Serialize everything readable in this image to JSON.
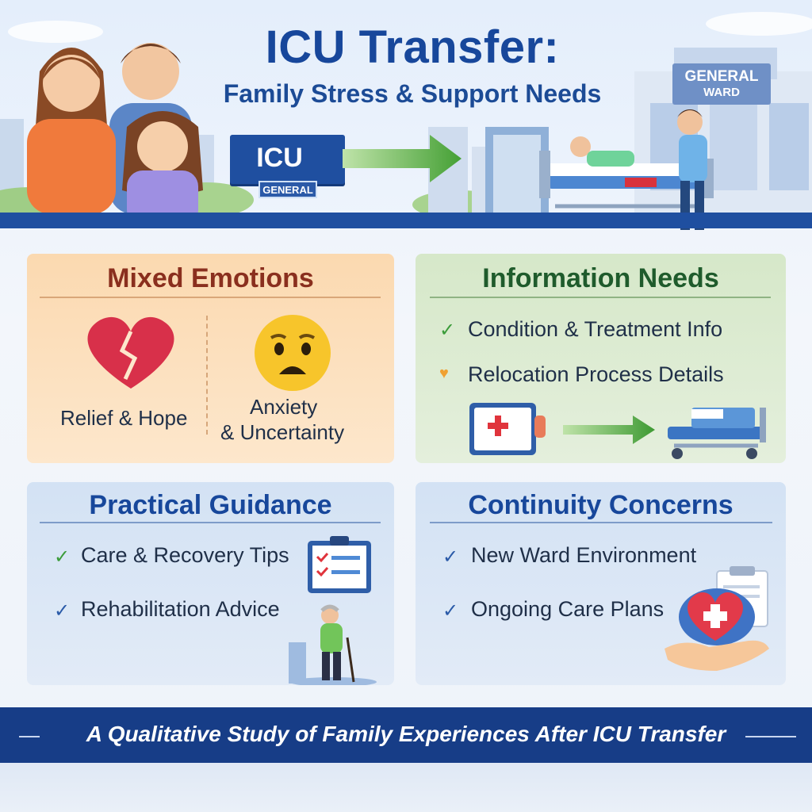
{
  "header": {
    "title": "ICU Transfer:",
    "subtitle": "Family Stress & Support Needs",
    "icu_sign": "ICU",
    "icu_sub_sign": "GENERAL",
    "ward_sign_line1": "GENERAL",
    "ward_sign_line2": "WARD"
  },
  "cards": {
    "emotions": {
      "title": "Mixed Emotions",
      "left_label": "Relief & Hope",
      "right_label_line1": "Anxiety",
      "right_label_line2": "& Uncertainty"
    },
    "information": {
      "title": "Information Needs",
      "items": [
        "Condition & Treatment Info",
        "Relocation Process Details"
      ]
    },
    "guidance": {
      "title": "Practical Guidance",
      "items": [
        "Care & Recovery Tips",
        "Rehabilitation Advice"
      ]
    },
    "continuity": {
      "title": "Continuity Concerns",
      "items": [
        "New Ward Environment",
        "Ongoing Care Plans"
      ]
    }
  },
  "footer": {
    "text": "A Qualitative Study of Family Experiences After ICU Transfer"
  },
  "colors": {
    "primary_blue": "#17479b",
    "orange_card": "#fbd9b0",
    "green_card": "#dcebd2",
    "blue_card": "#d6e4f5",
    "heart_red": "#d8304a",
    "arrow_green": "#4ea43a"
  }
}
